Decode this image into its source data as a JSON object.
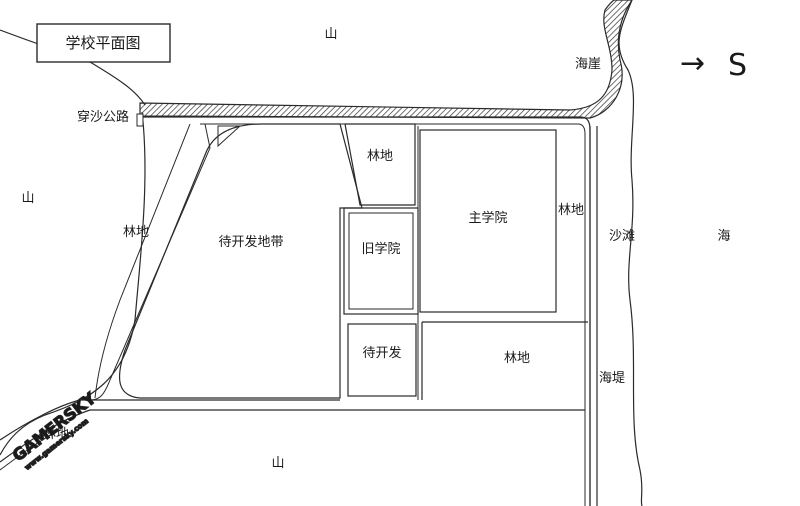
{
  "title": "学校平面图",
  "compass": {
    "arrow": "→",
    "letter": "S"
  },
  "labels": {
    "mountain_top": "山",
    "mountain_left": "山",
    "mountain_bottom": "山",
    "sea_cliff": "海崖",
    "road": "穿沙公路",
    "woodland_left": "林地",
    "undeveloped_zone": "待开发地带",
    "woodland_top": "林地",
    "old_college": "旧学院",
    "main_college": "主学院",
    "woodland_right": "林地",
    "beach": "沙滩",
    "sea": "海",
    "to_develop": "待开发",
    "woodland_bottom": "林地",
    "seawall": "海堤",
    "woodland_corner": "林地"
  },
  "watermark": {
    "main": "GAMERSKY",
    "sub": "www.gamersky.com"
  },
  "colors": {
    "line": "#2a2a2a",
    "background": "#ffffff",
    "hatch": "#333333"
  }
}
